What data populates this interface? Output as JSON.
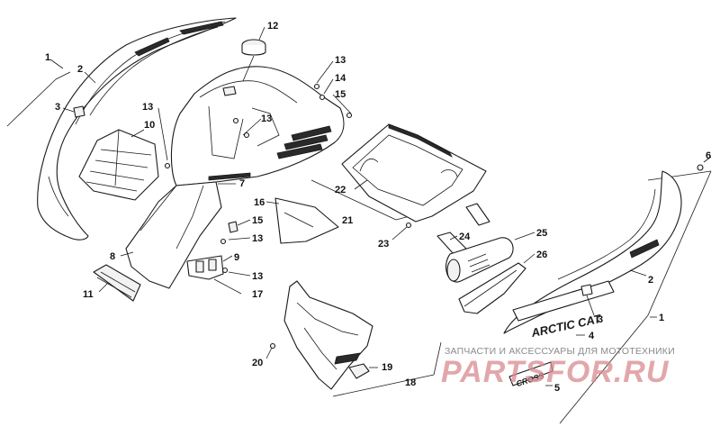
{
  "callouts": {
    "c1a": "1",
    "c2a": "2",
    "c3a": "3",
    "c10": "10",
    "c12": "12",
    "c13a": "13",
    "c14": "14",
    "c15a": "15",
    "c13b": "13",
    "c13c": "13",
    "c7": "7",
    "c22": "22",
    "c21": "21",
    "c16": "16",
    "c15b": "15",
    "c13d": "13",
    "c23": "23",
    "c24": "24",
    "c25": "25",
    "c26": "26",
    "c8": "8",
    "c9": "9",
    "c13e": "13",
    "c11": "11",
    "c17": "17",
    "c6": "6",
    "c2b": "2",
    "c3b": "3",
    "c4": "4",
    "c1b": "1",
    "c5": "5",
    "c20": "20",
    "c19": "19",
    "c18": "18"
  },
  "decals": {
    "brand": "ARCTIC CAT",
    "model": "CROSS"
  },
  "watermark": {
    "caption": "ЗАПЧАСТИ И АКСЕССУАРЫ ДЛЯ МОТОТЕХНИКИ",
    "logo": "PARTSFOR.RU"
  },
  "colors": {
    "line": "#1a1a1a",
    "watermark_logo": "#d98a8f",
    "watermark_caption": "#8a8a8a"
  }
}
